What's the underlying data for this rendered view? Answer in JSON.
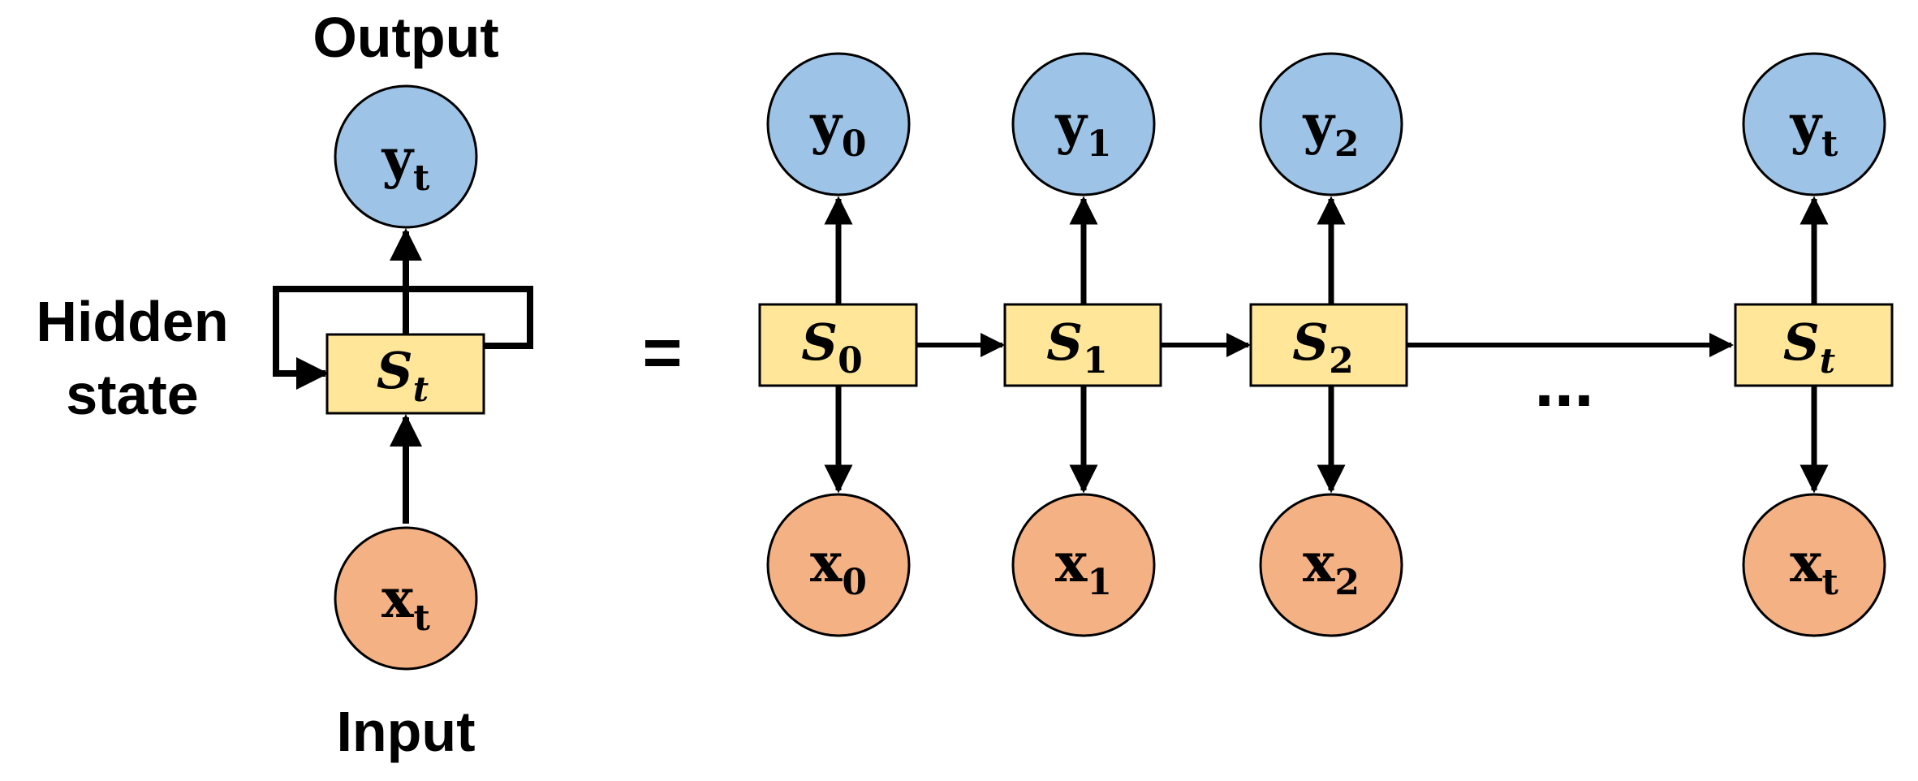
{
  "labels": {
    "output": "Output",
    "hidden_line1": "Hidden",
    "hidden_line2": "state",
    "input": "Input",
    "equals": "=",
    "ellipsis": "..."
  },
  "colors": {
    "output_fill": "#9DC3E6",
    "input_fill": "#F4B183",
    "state_fill": "#FFE699",
    "stroke": "#000000"
  },
  "folded": {
    "output": {
      "base": "y",
      "sub": "t"
    },
    "state": {
      "base": "S",
      "sub": "t"
    },
    "input": {
      "base": "x",
      "sub": "t"
    }
  },
  "unrolled": [
    {
      "output": {
        "base": "y",
        "sub": "0"
      },
      "state": {
        "base": "S",
        "sub": "0"
      },
      "input": {
        "base": "x",
        "sub": "0"
      }
    },
    {
      "output": {
        "base": "y",
        "sub": "1"
      },
      "state": {
        "base": "S",
        "sub": "1"
      },
      "input": {
        "base": "x",
        "sub": "1"
      }
    },
    {
      "output": {
        "base": "y",
        "sub": "2"
      },
      "state": {
        "base": "S",
        "sub": "2"
      },
      "input": {
        "base": "x",
        "sub": "2"
      }
    },
    {
      "output": {
        "base": "y",
        "sub": "t"
      },
      "state": {
        "base": "S",
        "sub": "t"
      },
      "input": {
        "base": "x",
        "sub": "t"
      }
    }
  ]
}
